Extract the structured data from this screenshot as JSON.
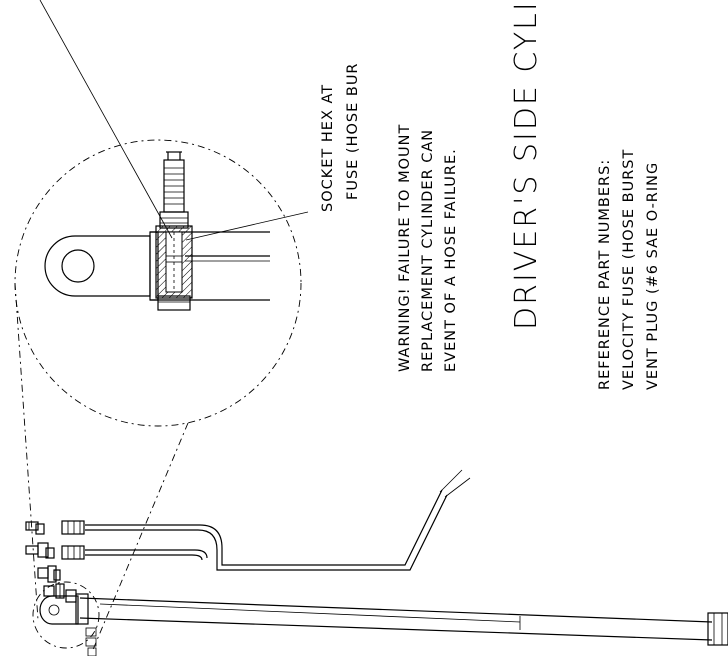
{
  "notes": {
    "socket_line1": "SOCKET HEX AT",
    "socket_line2": "FUSE (HOSE BUR",
    "warning_line1": "WARNING! FAILURE TO MOUNT",
    "warning_line2": "REPLACEMENT CYLINDER CAN",
    "warning_line3": "EVENT OF A HOSE FAILURE.",
    "title": "DRIVER'S SIDE CYLI",
    "ref_line1": "REFERENCE PART NUMBERS:",
    "ref_line2": "VELOCITY FUSE (HOSE BURST",
    "ref_line3": "VENT PLUG (#6 SAE O-RING"
  }
}
